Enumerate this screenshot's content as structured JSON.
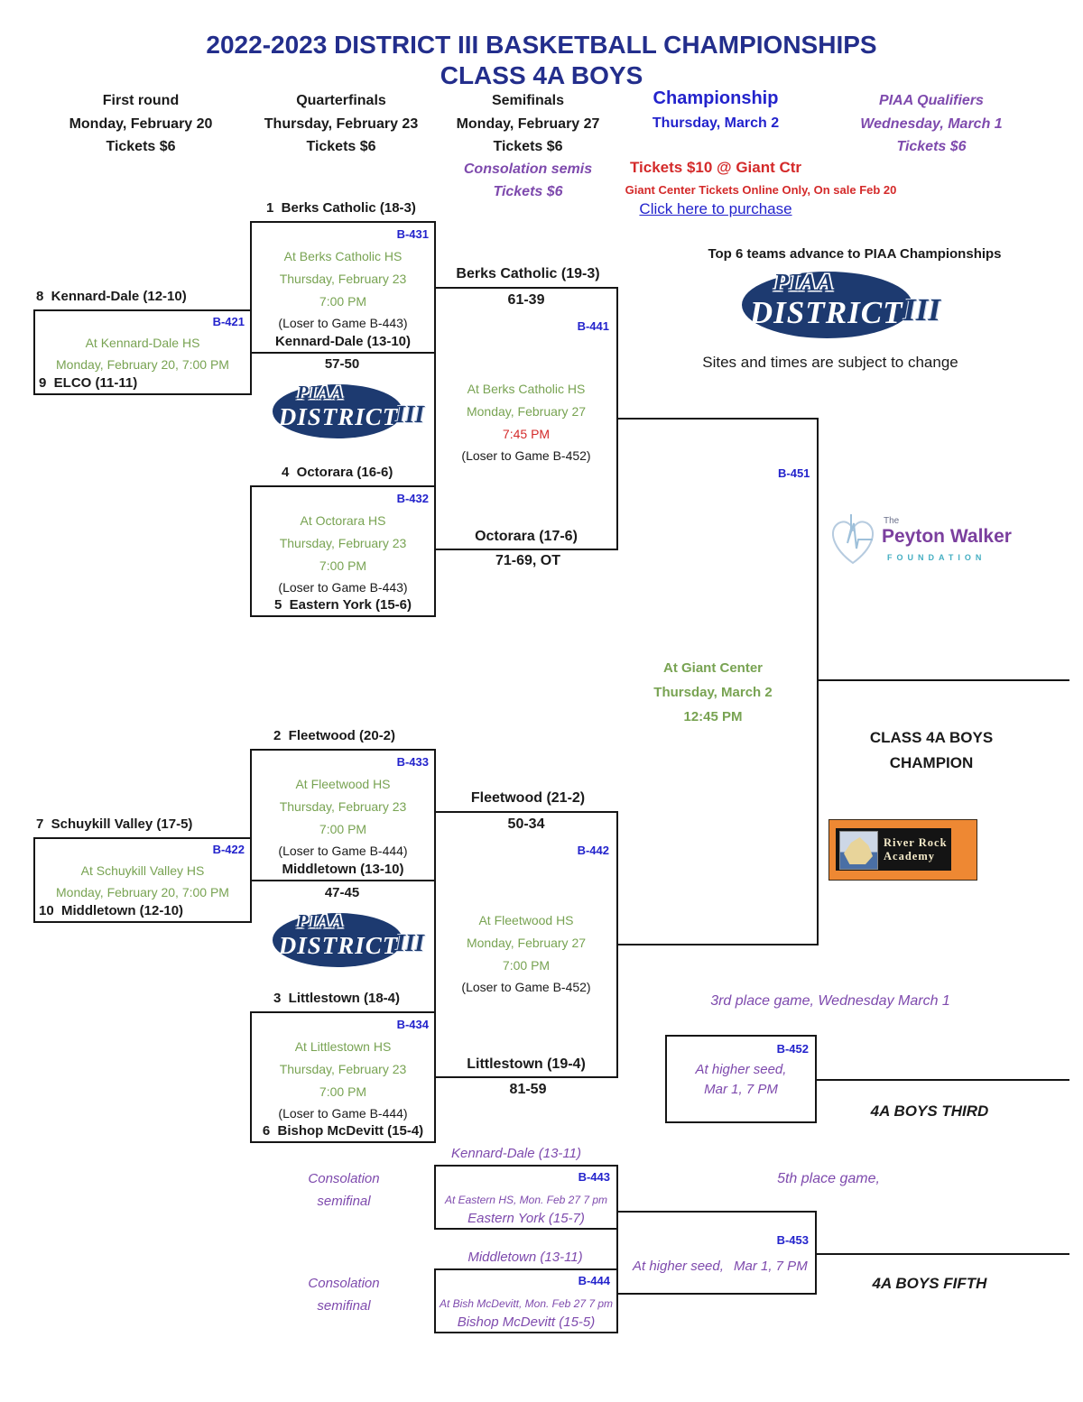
{
  "title": {
    "line1": "2022-2023 DISTRICT III BASKETBALL CHAMPIONSHIPS",
    "line2": "CLASS 4A BOYS"
  },
  "headers": {
    "first_round": {
      "title": "First round",
      "date": "Monday, February 20",
      "tickets": "Tickets $6"
    },
    "quarterfinals": {
      "title": "Quarterfinals",
      "date": "Thursday, February 23",
      "tickets": "Tickets $6"
    },
    "semifinals": {
      "title": "Semifinals",
      "date": "Monday, February 27",
      "tickets": "Tickets $6",
      "consolation": "Consolation semis",
      "consolation_tickets": "Tickets $6"
    },
    "championship": {
      "title": "Championship",
      "date": "Thursday, March 2",
      "tickets": "Tickets $10 @ Giant Ctr",
      "note": "Giant Center Tickets Online Only, On sale Feb 20",
      "link": "Click here to purchase"
    },
    "piaa_qualifiers": {
      "title": "PIAA Qualifiers",
      "date": "Wednesday, March 1",
      "tickets": "Tickets $6"
    }
  },
  "notes": {
    "advance": "Top 6 teams advance to PIAA Championships",
    "subject_to_change": "Sites and times are subject to change"
  },
  "games": {
    "b421": {
      "code": "B-421",
      "team_top": "8  Kennard-Dale (12-10)",
      "venue": "At Kennard-Dale HS",
      "datetime": "Monday, February 20, 7:00 PM",
      "team_bottom": "9  ELCO (11-11)"
    },
    "b422": {
      "code": "B-422",
      "team_top": "7  Schuykill Valley (17-5)",
      "venue": "At Schuykill Valley HS",
      "datetime": "Monday, February 20, 7:00 PM",
      "team_bottom": "10  Middletown (12-10)"
    },
    "b431": {
      "code": "B-431",
      "team_top": "1  Berks Catholic (18-3)",
      "venue": "At Berks Catholic HS",
      "date": "Thursday, February 23",
      "time": "7:00 PM",
      "loser_note": "(Loser to Game B-443)",
      "team_bottom": "Kennard-Dale (13-10)",
      "score": "57-50"
    },
    "b432": {
      "code": "B-432",
      "team_top": "4  Octorara (16-6)",
      "venue": "At Octorara HS",
      "date": "Thursday, February 23",
      "time": "7:00 PM",
      "loser_note": "(Loser to Game B-443)",
      "team_bottom": "5  Eastern York (15-6)"
    },
    "b433": {
      "code": "B-433",
      "team_top": "2  Fleetwood (20-2)",
      "venue": "At Fleetwood HS",
      "date": "Thursday, February 23",
      "time": "7:00 PM",
      "loser_note": "(Loser to Game B-444)",
      "team_bottom": "Middletown (13-10)",
      "score": "47-45"
    },
    "b434": {
      "code": "B-434",
      "team_top": "3  Littlestown (18-4)",
      "venue": "At Littlestown HS",
      "date": "Thursday, February 23",
      "time": "7:00 PM",
      "loser_note": "(Loser to Game B-444)",
      "team_bottom": "6  Bishop McDevitt (15-4)"
    },
    "b441": {
      "code": "B-441",
      "team_top": "Berks Catholic (19-3)",
      "score_top": "61-39",
      "venue": "At Berks Catholic HS",
      "date": "Monday, February 27",
      "time": "7:45 PM",
      "loser_note": "(Loser to Game B-452)",
      "team_bottom": "Octorara (17-6)",
      "score_bottom": "71-69, OT"
    },
    "b442": {
      "code": "B-442",
      "team_top": "Fleetwood (21-2)",
      "score_top": "50-34",
      "venue": "At Fleetwood HS",
      "date": "Monday, February 27",
      "time": "7:00 PM",
      "loser_note": "(Loser to Game B-452)",
      "team_bottom": "Littlestown (19-4)",
      "score_bottom": "81-59"
    },
    "b451": {
      "code": "B-451",
      "venue": "At Giant Center",
      "date": "Thursday, March 2",
      "time": "12:45 PM",
      "champion_line1": "CLASS 4A BOYS",
      "champion_line2": "CHAMPION"
    },
    "b443": {
      "code": "B-443",
      "label_line1": "Consolation",
      "label_line2": "semifinal",
      "team_top": "Kennard-Dale (13-11)",
      "venue": "At Eastern HS, Mon. Feb 27 7 pm",
      "team_bottom": "Eastern York (15-7)"
    },
    "b444": {
      "code": "B-444",
      "label_line1": "Consolation",
      "label_line2": "semifinal",
      "team_top": "Middletown (13-11)",
      "venue": "At Bish McDevitt, Mon. Feb 27 7 pm",
      "team_bottom": "Bishop McDevitt (15-5)"
    },
    "b452": {
      "code": "B-452",
      "header": "3rd place game, Wednesday March 1",
      "venue": "At higher seed,",
      "time": "Mar 1, 7 PM",
      "result": "4A BOYS THIRD"
    },
    "b453": {
      "code": "B-453",
      "header": "5th place game,",
      "venue": "At higher seed,",
      "time": "Mar 1, 7 PM",
      "result": "4A BOYS FIFTH"
    }
  },
  "logos": {
    "piaa": {
      "top": "PIAA",
      "mid": "DISTRICT",
      "suffix": "III"
    },
    "peyton_walker": {
      "the": "The",
      "name": "Peyton Walker",
      "foundation": "FOUNDATION"
    },
    "river_rock": {
      "line1": "River Rock",
      "line2": "Academy"
    }
  },
  "colors": {
    "navy": "#232e8c",
    "blue": "#2323cc",
    "green": "#78a352",
    "red": "#d42a2a",
    "purple": "#7e4aad",
    "logo_navy": "#1d3a70"
  }
}
